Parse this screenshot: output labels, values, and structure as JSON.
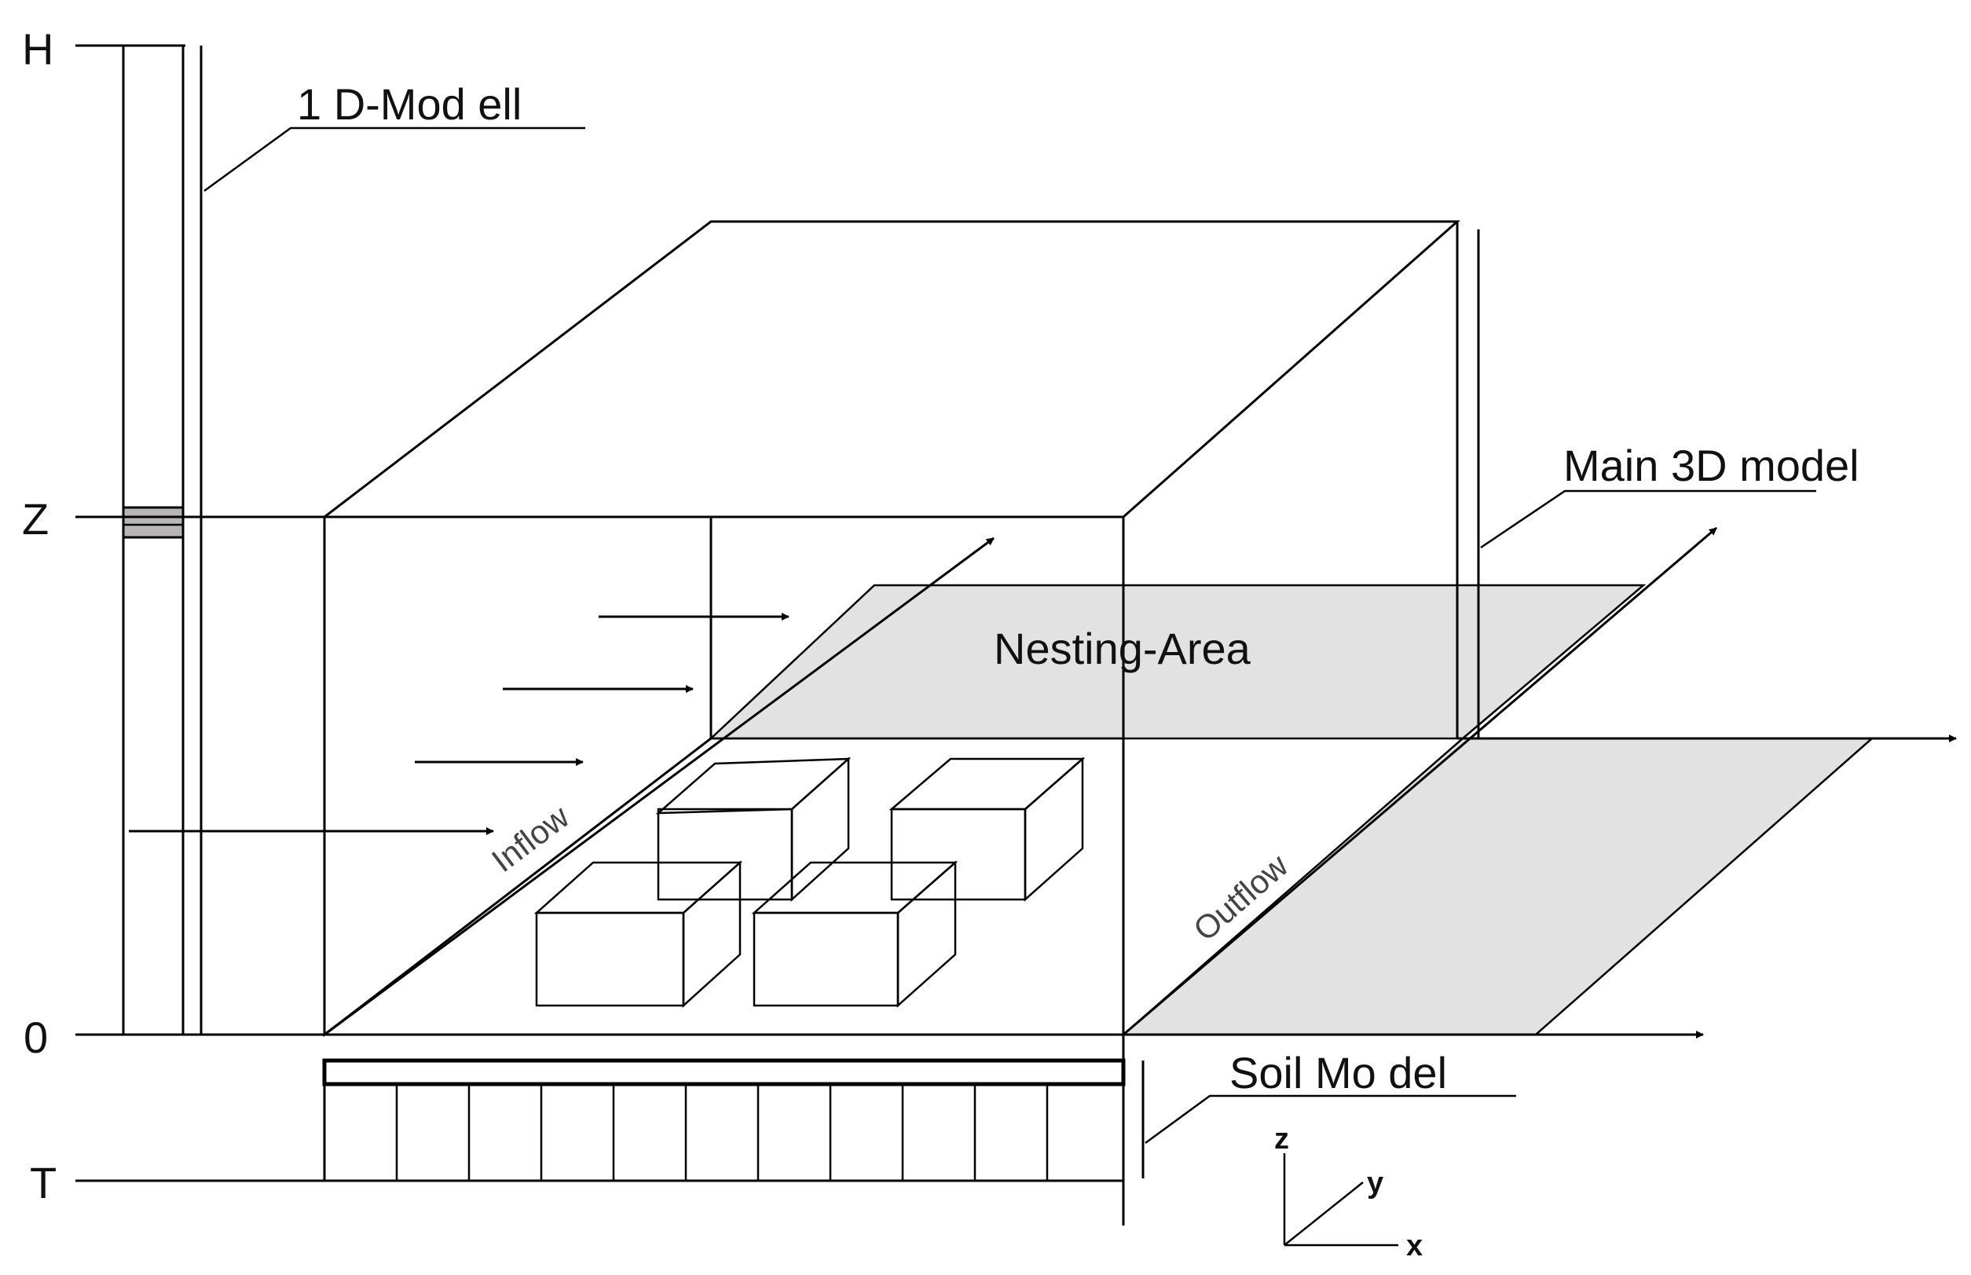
{
  "axis_levels": {
    "top": "H",
    "z_level": "Z",
    "ground": "0",
    "soil_depth": "T"
  },
  "callouts": {
    "one_d": "1 D-Mod ell",
    "main_3d": "Main 3D model",
    "nesting": "Nesting-Area",
    "soil": "Soil Mo del"
  },
  "flow_labels": {
    "inflow": "Inflow",
    "outflow": "Outflow"
  },
  "coord_axes": {
    "z": "z",
    "y": "y",
    "x": "x"
  },
  "colors": {
    "roof_gray": "#c9c7c8",
    "panel_light": "#e2e2e2",
    "box_top": "#5b5657",
    "box_front": "#c7c6c8",
    "box_side": "#d9d8da",
    "line": "#000000"
  }
}
